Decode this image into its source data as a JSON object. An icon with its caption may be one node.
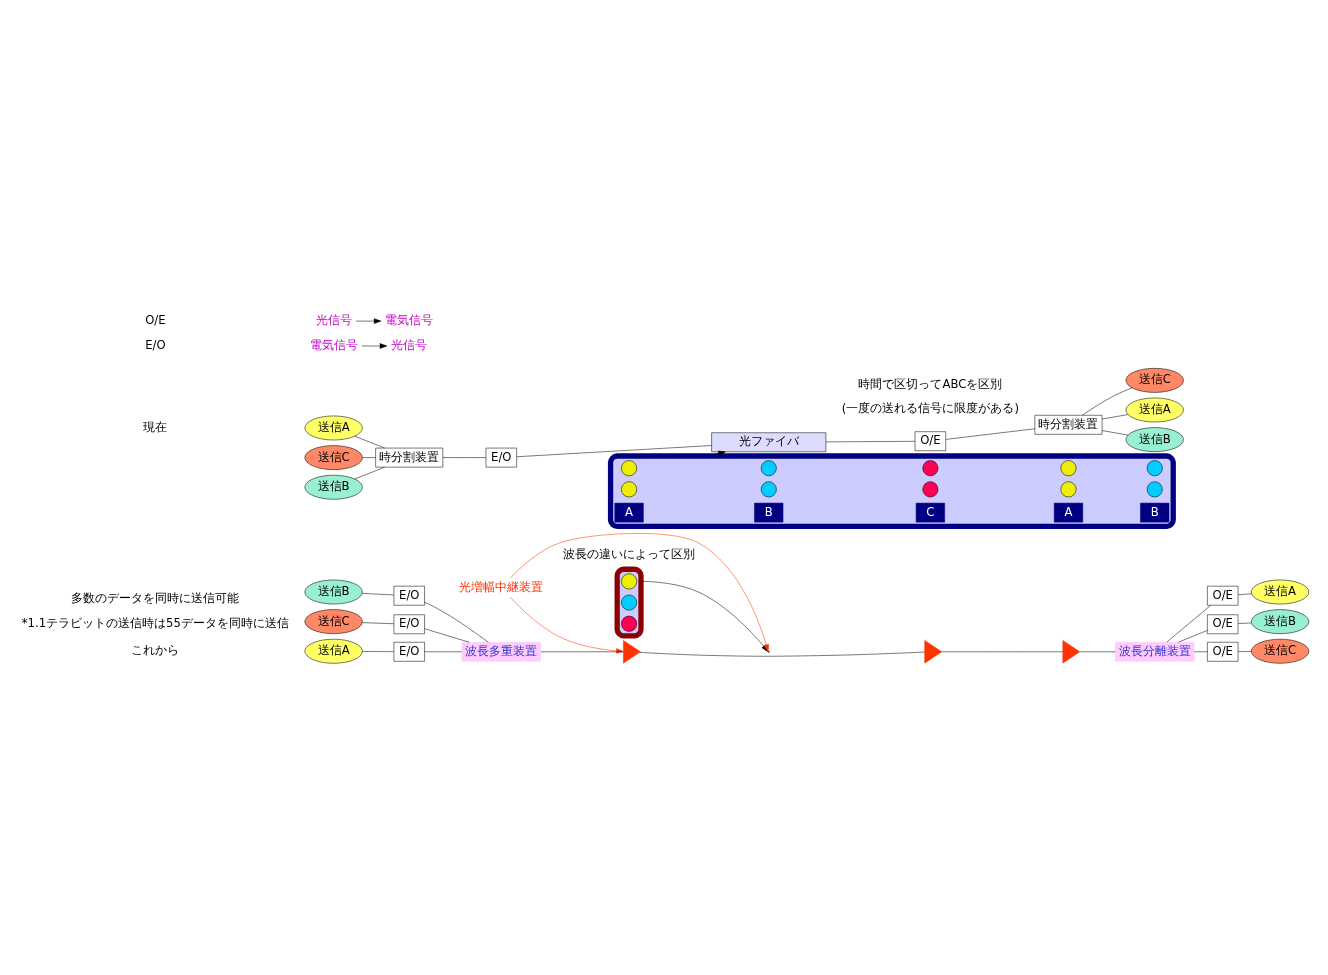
{
  "diagram": {
    "nodes": [
      {
        "text": [
          "送信A"
        ]
      },
      {
        "text": [
          "送信B"
        ]
      },
      {
        "text": [
          "送信C"
        ]
      },
      {
        "text": [
          "時分割装置"
        ]
      },
      {
        "text": [
          "E/O"
        ]
      },
      {
        "text": [
          "光ファイバ"
        ]
      },
      {
        "text": [
          "O/E"
        ]
      },
      {
        "text": [
          "時分割装置"
        ]
      },
      {
        "text": [
          "送信A"
        ]
      },
      {
        "text": [
          "送信B"
        ]
      },
      {
        "text": [
          "送信C"
        ]
      },
      {
        "text": [
          "電気信号"
        ]
      },
      {
        "text": [
          "光信号"
        ]
      },
      {
        "text": [
          "光信号"
        ]
      },
      {
        "text": [
          "電気信号"
        ]
      },
      {
        "text": [],
        "shape": "box"
      },
      {
        "text": [],
        "shape": "circle",
        "in": 15
      },
      {
        "text": [],
        "shape": "circle",
        "in": 15
      },
      {
        "text": [],
        "shape": "circle",
        "in": 15
      },
      {
        "text": [],
        "shape": "circle",
        "in": 15
      },
      {
        "text": [],
        "shape": "circle",
        "in": 15
      },
      {
        "text": [],
        "shape": "circle",
        "in": 15
      },
      {
        "text": [],
        "shape": "circle",
        "in": 15
      },
      {
        "text": [],
        "shape": "circle",
        "in": 15
      },
      {
        "text": [],
        "shape": "circle",
        "in": 15
      },
      {
        "text": [],
        "shape": "circle",
        "in": 15
      },
      {
        "text": [
          "送信A"
        ]
      },
      {
        "text": [
          "送信B"
        ]
      },
      {
        "text": [
          "送信C"
        ]
      },
      {
        "text": [
          "E/O"
        ]
      },
      {
        "text": [
          "E/O"
        ]
      },
      {
        "text": [
          "E/O"
        ]
      },
      {
        "text": [
          "波長多重装置"
        ]
      },
      {
        "text": [],
        "shape": "triangle"
      },
      {
        "text": [],
        "shape": "triangle"
      },
      {
        "text": [],
        "shape": "triangle"
      },
      {
        "text": [
          "波長分離装置"
        ]
      },
      {
        "text": [
          "O/E"
        ]
      },
      {
        "text": [
          "O/E"
        ]
      },
      {
        "text": [
          "O/E"
        ]
      },
      {
        "text": [
          "送信A"
        ]
      },
      {
        "text": [
          "送信B"
        ]
      },
      {
        "text": [
          "送信C"
        ]
      },
      {
        "text": [
          "光増幅中継装置"
        ]
      },
      {
        "text": [],
        "shape": "box"
      },
      {
        "text": [],
        "shape": "circle",
        "in": 44
      },
      {
        "text": [],
        "shape": "circle",
        "in": 44
      },
      {
        "text": [],
        "shape": "circle",
        "in": 44
      }
    ],
    "edges": [
      {
        "from": 0,
        "to": 3,
        "arrow": "none"
      },
      {
        "from": 1,
        "to": 3,
        "arrow": "none"
      },
      {
        "from": 2,
        "to": 3,
        "arrow": "none"
      },
      {
        "from": 3,
        "to": 4,
        "arrow": "none"
      },
      {
        "from": 4,
        "to": 5,
        "arrow": "none"
      },
      {
        "from": 5,
        "to": 6,
        "arrow": "none"
      },
      {
        "from": 6,
        "to": 7,
        "arrow": "none"
      },
      {
        "from": 7,
        "to": 8,
        "arrow": "none"
      },
      {
        "from": 7,
        "to": 9,
        "arrow": "none"
      },
      {
        "from": 7,
        "to": 10,
        "arrow": "none"
      },
      {
        "from": 11,
        "to": 12,
        "arrow": "to"
      },
      {
        "from": 13,
        "to": 14,
        "arrow": "to"
      },
      {
        "from": 15,
        "to": 5,
        "arrow": "to"
      },
      {
        "from": 26,
        "to": 29,
        "arrow": "none"
      },
      {
        "from": 27,
        "to": 30,
        "arrow": "none"
      },
      {
        "from": 28,
        "to": 31,
        "arrow": "none"
      },
      {
        "from": 29,
        "to": 32,
        "arrow": "none"
      },
      {
        "from": 30,
        "to": 32,
        "arrow": "none"
      },
      {
        "from": 31,
        "to": 32,
        "arrow": "none"
      },
      {
        "from": 32,
        "to": 33,
        "arrow": "none"
      },
      {
        "from": 33,
        "to": 34,
        "arrow": "none"
      },
      {
        "from": 34,
        "to": 35,
        "arrow": "none"
      },
      {
        "from": 35,
        "to": 36,
        "arrow": "none"
      },
      {
        "from": 36,
        "to": 37,
        "arrow": "none"
      },
      {
        "from": 36,
        "to": 38,
        "arrow": "none"
      },
      {
        "from": 36,
        "to": 39,
        "arrow": "none"
      },
      {
        "from": 37,
        "to": 40,
        "arrow": "none"
      },
      {
        "from": 38,
        "to": 41,
        "arrow": "none"
      },
      {
        "from": 39,
        "to": 42,
        "arrow": "none"
      },
      {
        "from": 43,
        "to": 33,
        "arrow": "to",
        "color": "#ff3300"
      },
      {
        "from": 43,
        "to": null,
        "arrow": "to",
        "color": "#ff3300"
      },
      {
        "from": 44,
        "to": null,
        "arrow": "to"
      }
    ],
    "labels": [
      "現在",
      "E/O",
      "O/E",
      "A",
      "B",
      "C",
      "A",
      "B",
      "時間で区切ってABCを区別",
      "(一度の送れる信号に限度がある)",
      "これから",
      "多数のデータを同時に送信可能",
      "*1.1テラビットの送信時は55データを同時に送信",
      "波長の違いによって区別"
    ]
  }
}
